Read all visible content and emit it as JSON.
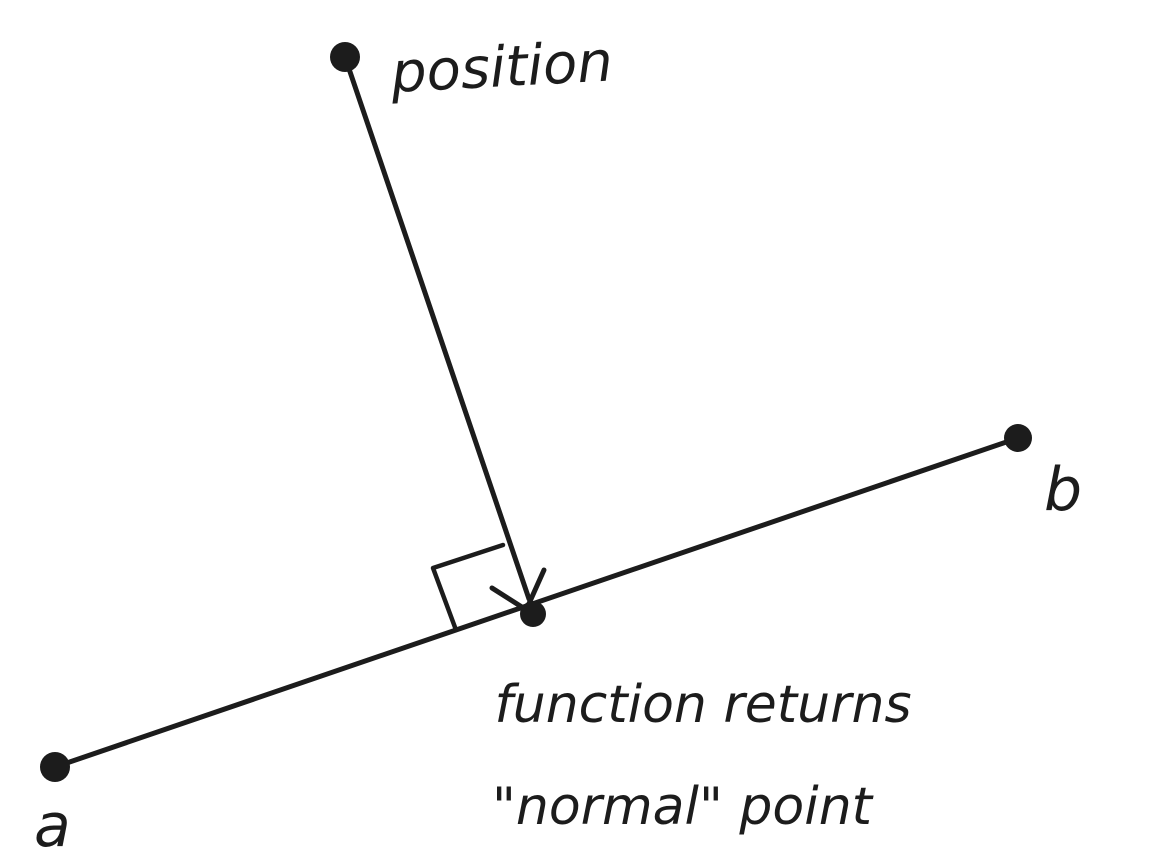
{
  "diagram": {
    "background_color": "#ffffff",
    "ink_color": "#1c1c1c",
    "labels": {
      "position": "position",
      "point_a": "a",
      "point_b": "b",
      "caption_line1": "function returns",
      "caption_line2": "\"normal\" point"
    }
  }
}
